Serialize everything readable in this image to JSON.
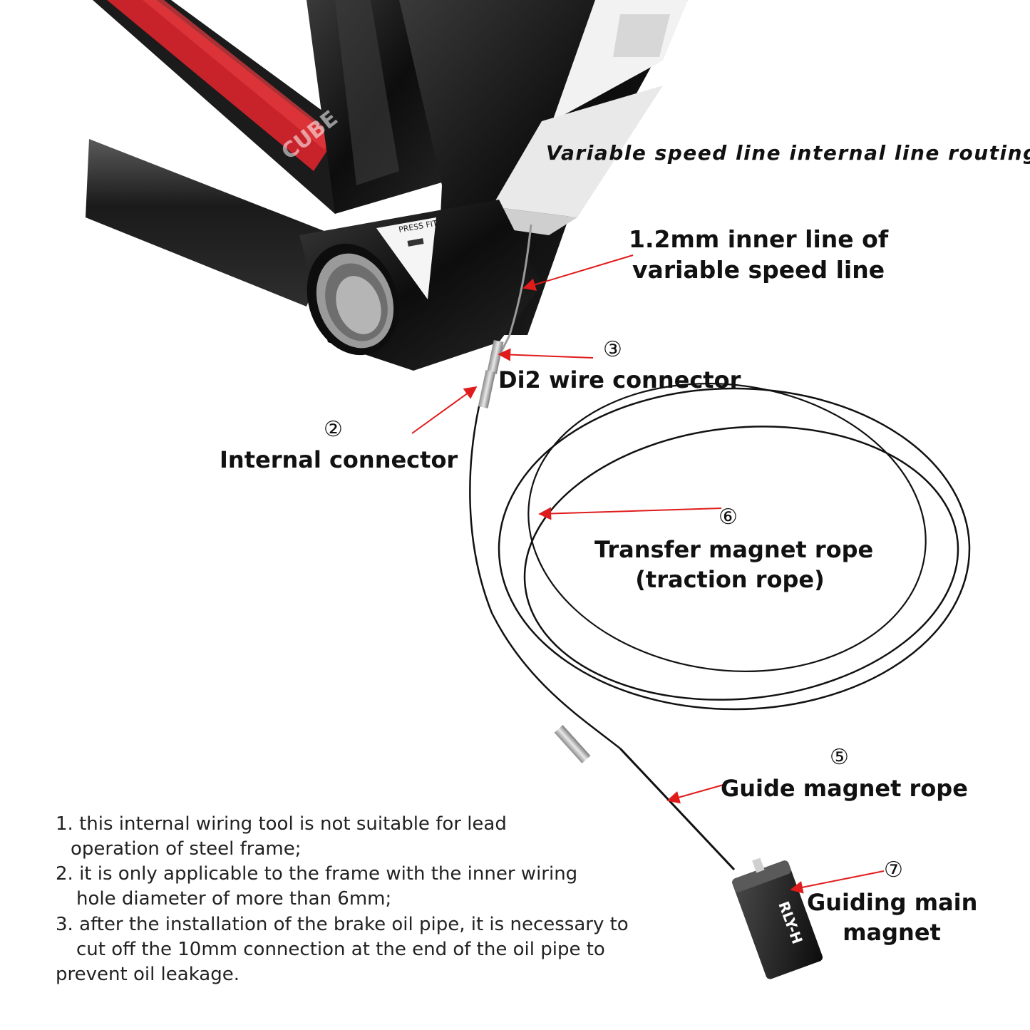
{
  "title": "Variable speed line internal line routing",
  "frame": {
    "brand_text": "CUBE",
    "press_fit_label": "PRESS FIT"
  },
  "tool_brand": "RLY-H",
  "labels": [
    {
      "id": "inner-line",
      "number": "",
      "lines": [
        "1.2mm inner line of",
        "variable speed line"
      ]
    },
    {
      "id": "di2-connector",
      "number": "③",
      "lines": [
        "Di2 wire connector"
      ]
    },
    {
      "id": "internal-connector",
      "number": "②",
      "lines": [
        "Internal connector"
      ]
    },
    {
      "id": "transfer-rope",
      "number": "⑥",
      "lines": [
        "Transfer magnet rope",
        "(traction rope)"
      ]
    },
    {
      "id": "guide-rope",
      "number": "⑤",
      "lines": [
        "Guide magnet rope"
      ]
    },
    {
      "id": "main-magnet",
      "number": "⑦",
      "lines": [
        "Guiding main",
        "magnet"
      ]
    }
  ],
  "notes": [
    "1. this internal wiring tool is not suitable for lead",
    "operation of steel frame;",
    "2. it is only applicable to the frame with the inner wiring",
    "hole diameter of more than 6mm;",
    "3. after the installation of the brake oil pipe, it is necessary to",
    "cut off the 10mm connection at the end of the oil pipe to",
    "prevent oil leakage."
  ],
  "colors": {
    "arrow": "#e01b1b",
    "frame": "#161616",
    "accent": "#c8222a",
    "cable": "#111111"
  }
}
